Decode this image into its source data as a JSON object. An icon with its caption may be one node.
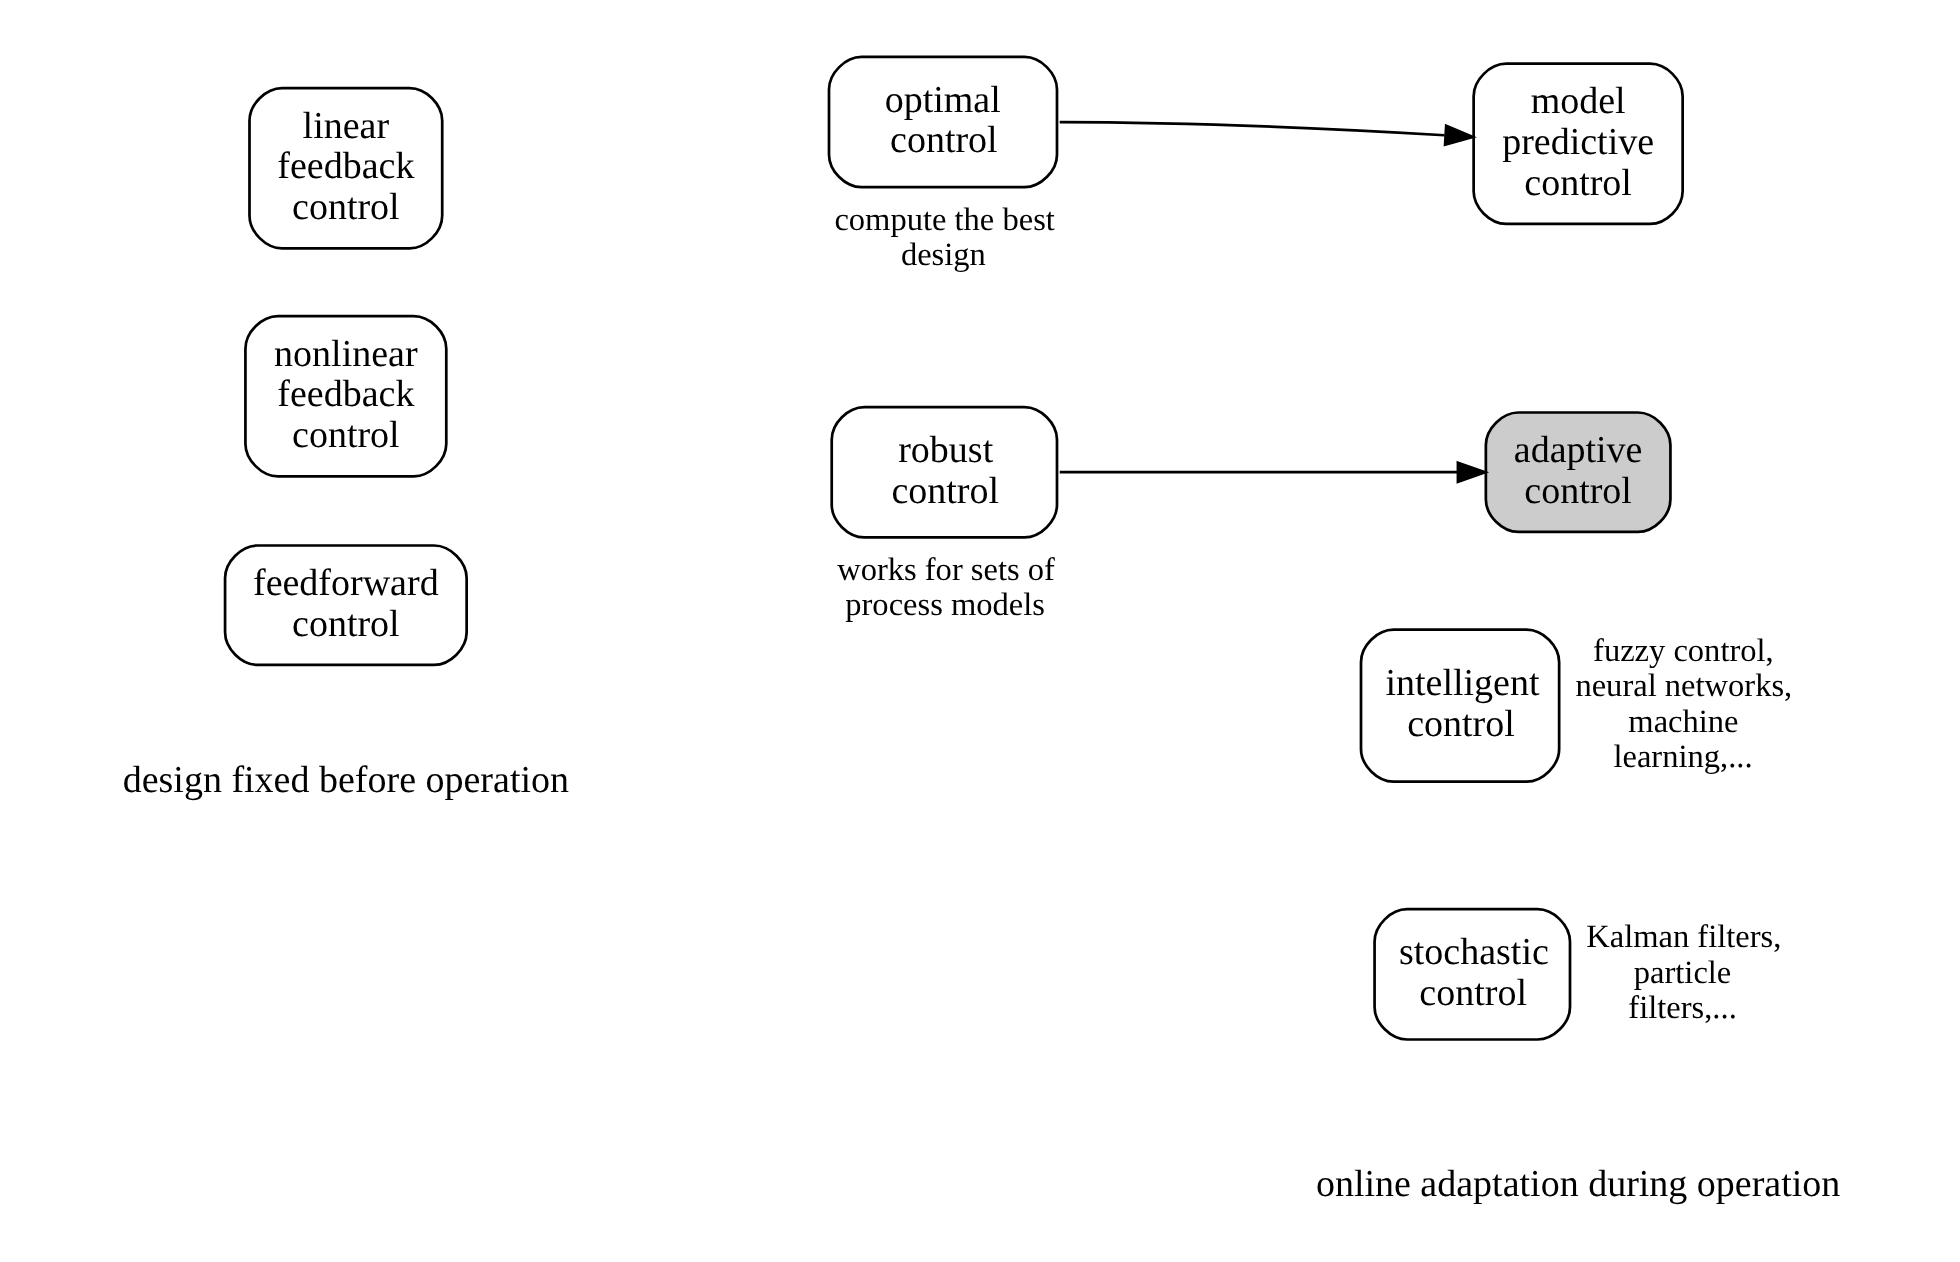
{
  "diagram": {
    "nodes": [
      {
        "text": [
          "linear feedback control"
        ]
      },
      {
        "text": [
          "nonlinear feedback control"
        ]
      },
      {
        "text": [
          "feedforward control"
        ]
      },
      {
        "text": [
          "optimal control"
        ],
        "beside": [
          "compute the best design"
        ]
      },
      {
        "text": [
          "model predictive control"
        ]
      },
      {
        "text": [
          "robust control"
        ],
        "beside": [
          "works for sets of process models"
        ]
      },
      {
        "text": [
          "adaptive control"
        ]
      },
      {
        "text": [
          "intelligent control"
        ],
        "beside": [
          "fuzzy control, neural networks, machine learning,..."
        ]
      },
      {
        "text": [
          "stochastic control"
        ],
        "beside": [
          "Kalman filters, particle filters,..."
        ]
      }
    ],
    "edges": [
      {
        "from": 3,
        "to": 4,
        "arrow": "to"
      },
      {
        "from": 5,
        "to": 6,
        "arrow": "to"
      }
    ],
    "labels": [
      "design fixed before operation",
      "online adaptation during operation"
    ]
  }
}
